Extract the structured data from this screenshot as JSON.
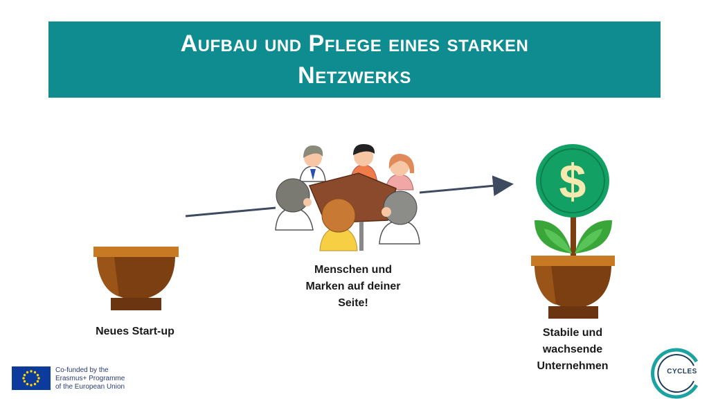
{
  "title": {
    "line1": "Aufbau und Pflege eines starken",
    "line2": "Netzwerks"
  },
  "captions": {
    "startup": "Neues Start-up",
    "people": [
      "Menschen und",
      "Marken auf deiner",
      "Seite!"
    ],
    "stable": [
      "Stabile und",
      "wachsende",
      "Unternehmen"
    ]
  },
  "footer": {
    "eu_lines": [
      "Co-funded by the",
      "Erasmus+ Programme",
      "of the European Union"
    ],
    "cycles_logo": "CYCLES"
  },
  "icons": [
    "empty-pot-icon",
    "meeting-table-icon",
    "money-plant-icon",
    "eu-flag-icon",
    "cycles-logo-icon"
  ],
  "colors": {
    "banner": "#0e8c8f",
    "pot": "#7b3f12",
    "pot_rim": "#c77a23",
    "coin": "#13a065",
    "leaf": "#3aa63a",
    "arrow": "#3e4a60"
  }
}
